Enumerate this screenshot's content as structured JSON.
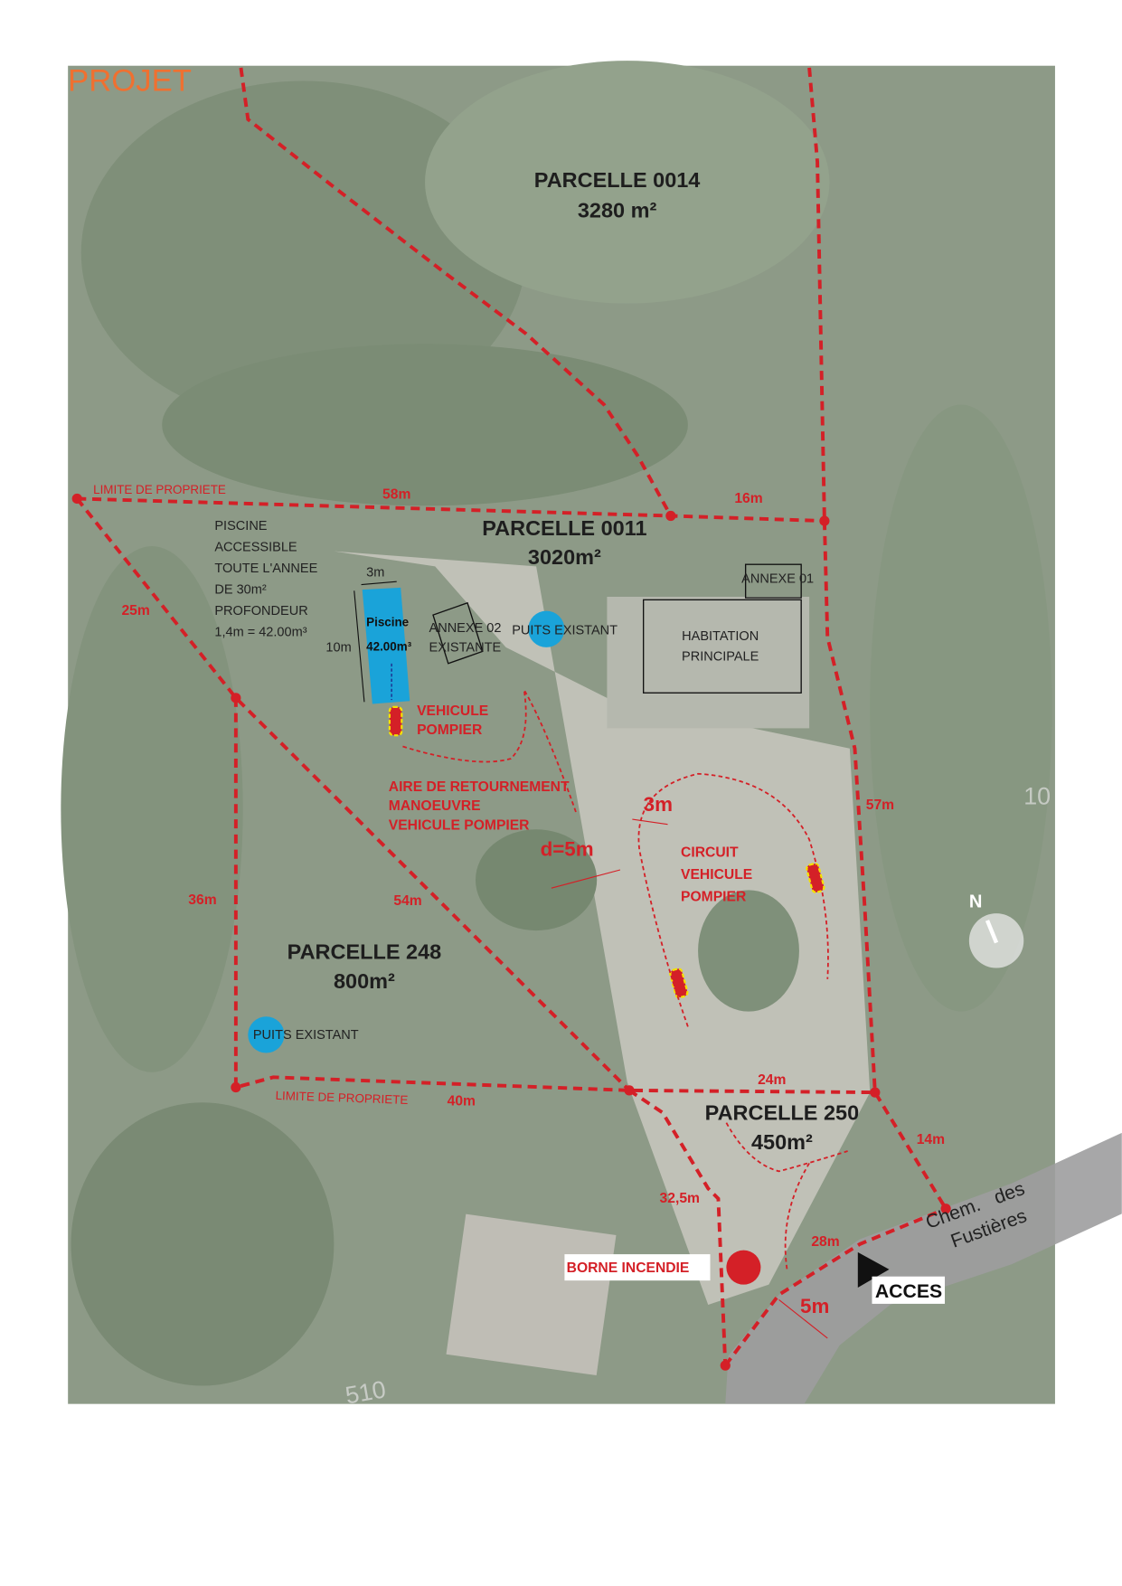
{
  "title": "PROJET",
  "parcels": {
    "p0014": {
      "name": "PARCELLE 0014",
      "area": "3280 m²"
    },
    "p0011": {
      "name": "PARCELLE 0011",
      "area": "3020m²"
    },
    "p248": {
      "name": "PARCELLE 248",
      "area": "800m²"
    },
    "p250": {
      "name": "PARCELLE 250",
      "area": "450m²"
    }
  },
  "dimensions": {
    "d58": "58m",
    "d16": "16m",
    "d25": "25m",
    "d36": "36m",
    "d54": "54m",
    "d57": "57m",
    "d40": "40m",
    "d24": "24m",
    "d14": "14m",
    "d32": "32,5m",
    "d28": "28m",
    "d5": "5m",
    "d3": "3m",
    "dd5": "d=5m",
    "pool_w": "3m",
    "pool_l": "10m"
  },
  "labels": {
    "limite1": "LIMITE DE PROPRIETE",
    "limite2": "LIMITE DE PROPRIETE",
    "piscine_note": [
      "PISCINE",
      "ACCESSIBLE",
      "TOUTE L'ANNEE",
      "DE 30m²",
      "PROFONDEUR",
      "1,4m = 42.00m³"
    ],
    "piscine_name": "Piscine",
    "piscine_vol": "42.00m³",
    "annexe02": [
      "ANNEXE 02",
      "EXISTANTE"
    ],
    "annexe01": "ANNEXE 01",
    "habitation": [
      "HABITATION",
      "PRINCIPALE"
    ],
    "puits1": "PUITS EXISTANT",
    "puits2": "PUITS EXISTANT",
    "vehicule": [
      "VEHICULE",
      "POMPIER"
    ],
    "aire": [
      "AIRE DE RETOURNEMENT",
      "MANOEUVRE",
      "VEHICULE POMPIER"
    ],
    "circuit": [
      "CIRCUIT",
      "VEHICULE",
      "POMPIER"
    ],
    "borne": "BORNE INCENDIE",
    "acces": "ACCES",
    "road": [
      "Chem.   des",
      "Fustières"
    ],
    "north": "N",
    "map_num_1": "10",
    "map_num_2": "510"
  },
  "colors": {
    "boundary": "#d42027",
    "pool": "#1aa3d9",
    "title": "#f07030"
  }
}
